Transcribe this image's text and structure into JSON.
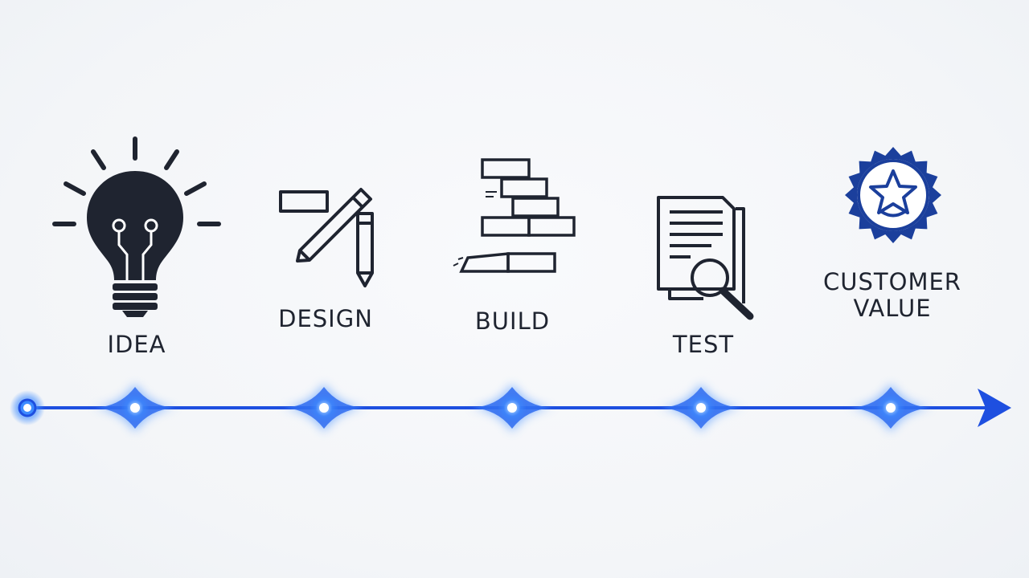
{
  "stages": [
    {
      "label": "IDEA",
      "icon": "lightbulb-icon"
    },
    {
      "label": "DESIGN",
      "icon": "pencil-ruler-icon"
    },
    {
      "label": "BUILD",
      "icon": "bricks-icon"
    },
    {
      "label": "TEST",
      "icon": "document-magnifier-icon"
    },
    {
      "label_lines": [
        "CUSTOMER",
        "VALUE"
      ],
      "icon": "star-badge-icon"
    }
  ],
  "colors": {
    "icon_dark": "#1f2430",
    "badge_blue": "#1b3f9c",
    "timeline_blue": "#1e4fe0",
    "glow_blue": "#3d8bff"
  }
}
